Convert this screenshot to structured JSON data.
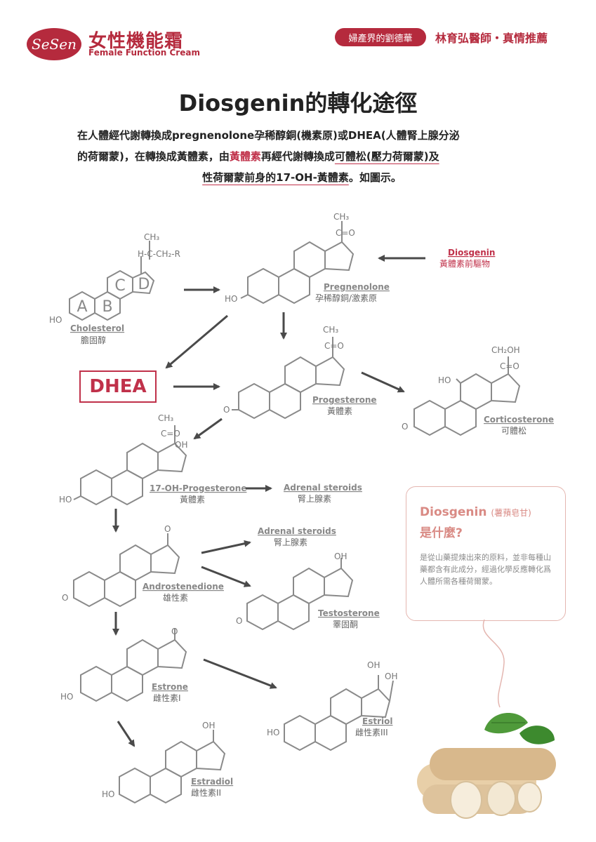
{
  "header": {
    "logo_text": "SeSen",
    "brand_title": "女性機能霜",
    "brand_subtitle": "Female Function Cream",
    "pill": "婦產界的劉德華",
    "doctor": "林育弘醫師・真情推薦"
  },
  "main_title": "Diosgenin的轉化途徑",
  "intro": {
    "l1a": "在人體經代謝轉換成",
    "l1b": "pregnenolone",
    "l1c": "孕稀醇銅(機素原)或",
    "l1d": "DHEA",
    "l1e": "(人體腎上腺分泌",
    "l2a": "的荷爾蒙)，在轉換成黃體素，由",
    "l2b": "黃體素",
    "l2c": "再經代謝轉換成",
    "l2d": "可體松(壓力荷爾蒙)及",
    "l3a": "性荷爾蒙前身的17-OH-黃體素",
    "l3b": "。如圖示。"
  },
  "diagram": {
    "diosgenin_en": "Diosgenin",
    "diosgenin_zh": "黃體素前驅物",
    "cholesterol_en": "Cholesterol",
    "cholesterol_zh": "膽固醇",
    "pregnenolone_en": "Pregnenolone",
    "pregnenolone_zh": "孕稀醇銅/激素原",
    "dhea": "DHEA",
    "progesterone_en": "Progesterone",
    "progesterone_zh": "黃體素",
    "corticosterone_en": "Corticosterone",
    "corticosterone_zh": "可體松",
    "ohp_en": "17-OH-Progesterone",
    "ohp_zh": "黃體素",
    "adrenal1_en": "Adrenal steroids",
    "adrenal1_zh": "腎上腺素",
    "adrenal2_en": "Adrenal steroids",
    "adrenal2_zh": "腎上腺素",
    "androstenedione_en": "Androstenedione",
    "androstenedione_zh": "雄性素",
    "testosterone_en": "Testosterone",
    "testosterone_zh": "睪固酮",
    "estrone_en": "Estrone",
    "estrone_zh": "雌性素I",
    "estriol_en": "Estriol",
    "estriol_zh": "雌性素III",
    "estradiol_en": "Estradiol",
    "estradiol_zh": "雌性素II",
    "ring_a": "A",
    "ring_b": "B",
    "ring_c": "C",
    "ring_d": "D",
    "atoms": {
      "ch3": "CH₃",
      "co": "C=O",
      "hcr": "H-C-CH₂-R",
      "ho": "HO",
      "o": "O",
      "oh": "OH",
      "ch2oh": "CH₂OH"
    }
  },
  "info_box": {
    "title": "Diosgenin",
    "title_small": "(薯蕷皂甘)",
    "subtitle": "是什麼?",
    "body": "是從山藥提煉出來的原料，並非每種山藥都含有此成分，經過化學反應轉化爲人體所需各種荷爾蒙。"
  },
  "colors": {
    "brand": "#b52a3d",
    "accent": "#c0314a",
    "structure": "#8a8a8a",
    "arrow": "#4a4a4a",
    "box_border": "#e4b6b0"
  }
}
